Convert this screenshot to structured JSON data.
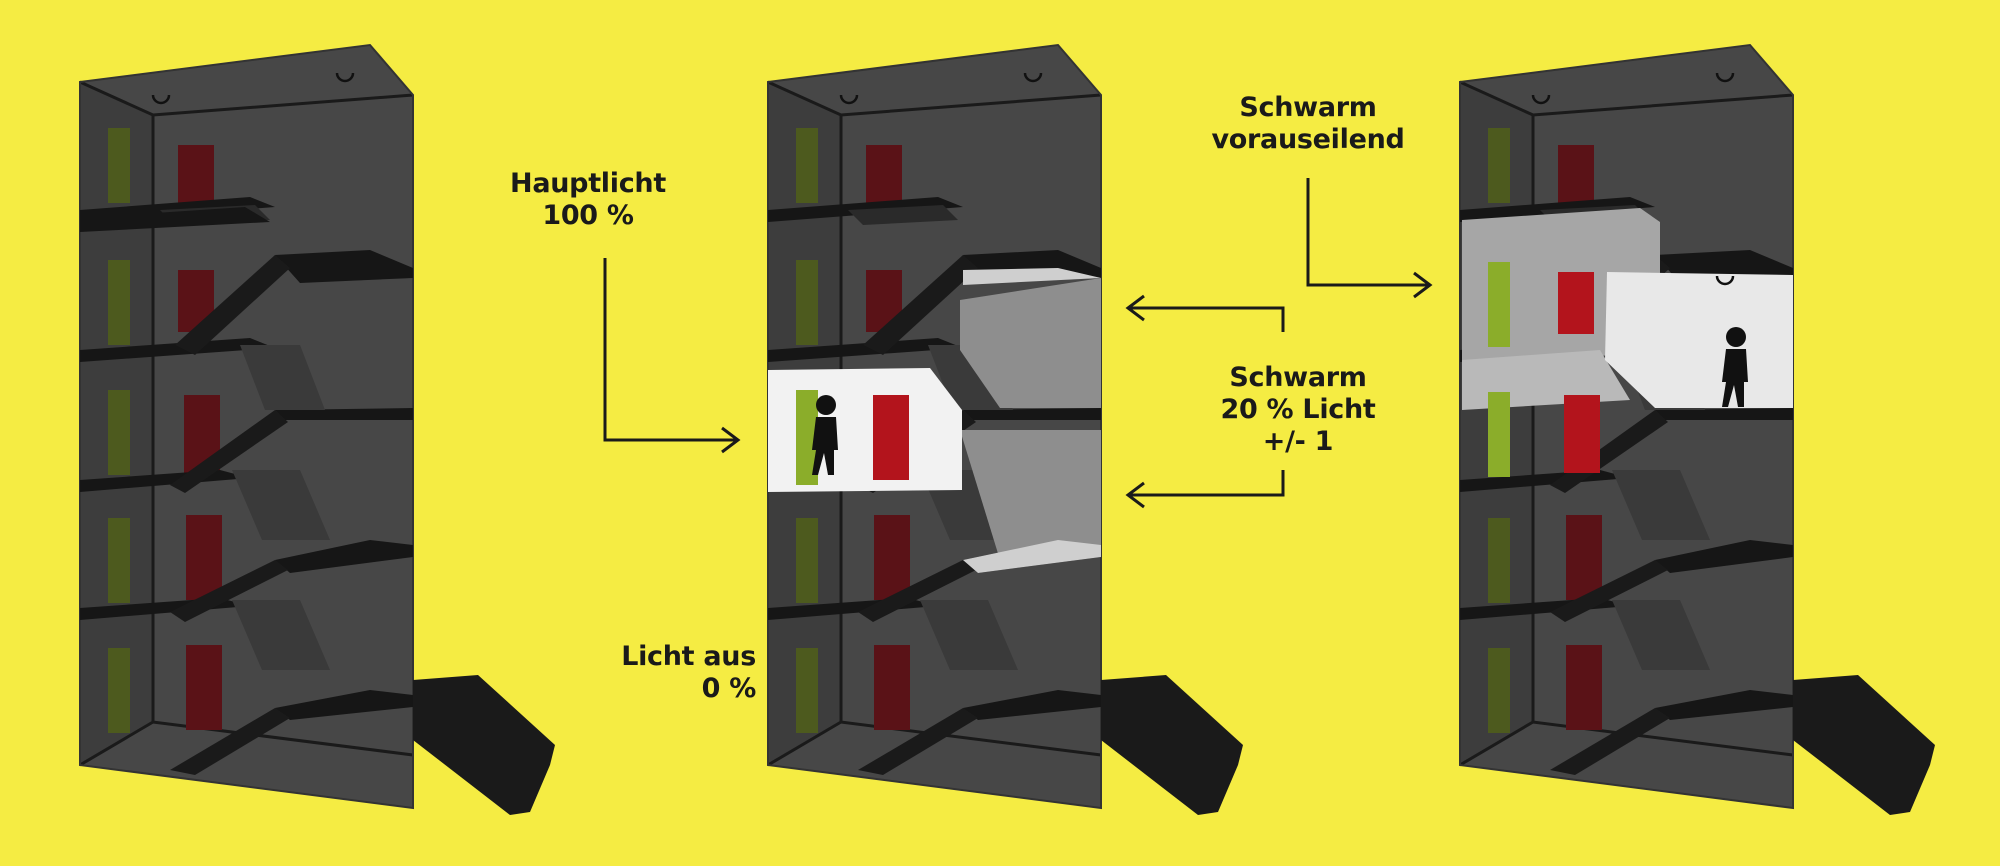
{
  "background_color": "#f5ec43",
  "colors": {
    "building_dark": "#474747",
    "building_side": "#3c3c3c",
    "floor_slab": "#161616",
    "lit_room": "#f2f2f2",
    "mid_gray_room": "#8e8e8e",
    "door_red": "#b3141c",
    "door_red_dark": "#5a1217",
    "door_green": "#8bad2a",
    "door_green_dark": "#4d5a1e",
    "line": "#1a1a1a"
  },
  "icons": [
    "ceiling-lamp-icon",
    "person-icon",
    "arrow-icon",
    "door-icon",
    "staircase-icon"
  ],
  "labels": {
    "hauptlicht": {
      "line1": "Hauptlicht",
      "line2": "100 %"
    },
    "licht_aus": {
      "line1": "Licht aus",
      "line2": "0 %"
    },
    "schwarm_vorauseilend": {
      "line1": "Schwarm",
      "line2": "vorauseilend"
    },
    "schwarm": {
      "line1": "Schwarm",
      "line2": "20 % Licht",
      "line3": "+/- 1"
    }
  }
}
